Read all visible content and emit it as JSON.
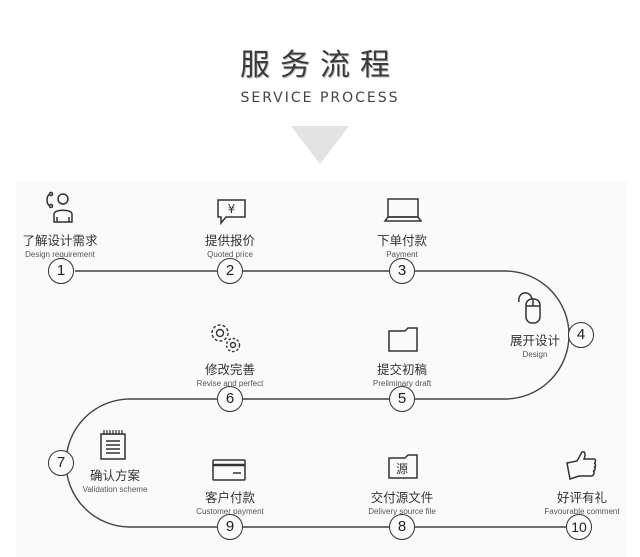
{
  "header": {
    "title_cn": "服务流程",
    "title_en": "SERVICE PROCESS",
    "arrow_icon": "down-triangle-icon"
  },
  "steps": [
    {
      "number": "1",
      "cn": "了解设计需求",
      "en": "Design requirement",
      "icon": "customer-service-icon"
    },
    {
      "number": "2",
      "cn": "提供报价",
      "en": "Quoted price",
      "icon": "price-chat-bubble-icon",
      "icon_text": "¥"
    },
    {
      "number": "3",
      "cn": "下单付款",
      "en": "Payment",
      "icon": "laptop-icon"
    },
    {
      "number": "4",
      "cn": "展开设计",
      "en": "Design",
      "icon": "mouse-icon"
    },
    {
      "number": "5",
      "cn": "提交初稿",
      "en": "Preliminary draft",
      "icon": "folder-icon"
    },
    {
      "number": "6",
      "cn": "修改完善",
      "en": "Revise and perfect",
      "icon": "gears-icon"
    },
    {
      "number": "7",
      "cn": "确认方案",
      "en": "Validation scheme",
      "icon": "notepad-icon"
    },
    {
      "number": "8",
      "cn": "交付源文件",
      "en": "Delivery source file",
      "icon": "source-folder-icon",
      "icon_text": "源"
    },
    {
      "number": "9",
      "cn": "客户付款",
      "en": "Customer payment",
      "icon": "credit-card-icon"
    },
    {
      "number": "10",
      "cn": "好评有礼",
      "en": "Favourable comment",
      "icon": "thumbs-up-icon"
    }
  ],
  "colors": {
    "line": "#4a4040",
    "text": "#333333",
    "panel": "#fafafa",
    "arrow": "#e3e3e3"
  }
}
